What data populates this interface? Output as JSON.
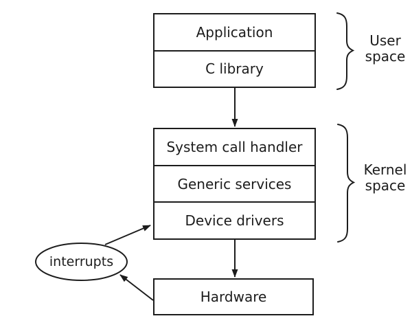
{
  "diagram": {
    "user_space": {
      "brace_label": "User space",
      "layers": [
        "Application",
        "C library"
      ]
    },
    "kernel_space": {
      "brace_label": "Kernel space",
      "layers": [
        "System call handler",
        "Generic services",
        "Device drivers"
      ]
    },
    "hardware": {
      "label": "Hardware"
    },
    "interrupts": {
      "label": "interrupts"
    },
    "colors": {
      "line": "#1c1c1c",
      "text": "#1c1c1c",
      "background": "#ffffff"
    },
    "connections": [
      {
        "from": "C library",
        "to": "System call handler",
        "type": "arrow"
      },
      {
        "from": "Device drivers",
        "to": "Hardware",
        "type": "arrow"
      },
      {
        "from": "interrupts",
        "to": "Device drivers",
        "type": "arrow"
      },
      {
        "from": "Hardware",
        "to": "interrupts",
        "type": "arrow"
      }
    ]
  }
}
